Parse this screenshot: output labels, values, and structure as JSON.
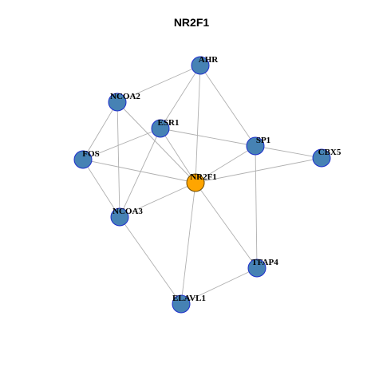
{
  "title": "NR2F1",
  "colors": {
    "node_fill": "#4682B4",
    "node_stroke": "#1E2ECC",
    "center_fill": "#FFA500",
    "center_stroke": "#6B4A00",
    "edge": "#B0B0B0"
  },
  "nodes": [
    {
      "id": "AHR",
      "label": "AHR",
      "center": false
    },
    {
      "id": "NCOA2",
      "label": "NCOA2",
      "center": false
    },
    {
      "id": "ESR1",
      "label": "ESR1",
      "center": false
    },
    {
      "id": "SP1",
      "label": "SP1",
      "center": false
    },
    {
      "id": "CBX5",
      "label": "CBX5",
      "center": false
    },
    {
      "id": "FOS",
      "label": "FOS",
      "center": false
    },
    {
      "id": "NR2F1",
      "label": "NR2F1",
      "center": true
    },
    {
      "id": "NCOA3",
      "label": "NCOA3",
      "center": false
    },
    {
      "id": "TFAP4",
      "label": "TFAP4",
      "center": false
    },
    {
      "id": "ELAVL1",
      "label": "ELAVL1",
      "center": false
    }
  ],
  "edges": [
    [
      "NR2F1",
      "AHR"
    ],
    [
      "NR2F1",
      "NCOA2"
    ],
    [
      "NR2F1",
      "ESR1"
    ],
    [
      "NR2F1",
      "SP1"
    ],
    [
      "NR2F1",
      "CBX5"
    ],
    [
      "NR2F1",
      "FOS"
    ],
    [
      "NR2F1",
      "NCOA3"
    ],
    [
      "NR2F1",
      "TFAP4"
    ],
    [
      "NR2F1",
      "ELAVL1"
    ],
    [
      "AHR",
      "NCOA2"
    ],
    [
      "AHR",
      "ESR1"
    ],
    [
      "AHR",
      "SP1"
    ],
    [
      "NCOA2",
      "FOS"
    ],
    [
      "NCOA2",
      "NCOA3"
    ],
    [
      "ESR1",
      "FOS"
    ],
    [
      "ESR1",
      "NCOA3"
    ],
    [
      "ESR1",
      "SP1"
    ],
    [
      "SP1",
      "CBX5"
    ],
    [
      "SP1",
      "TFAP4"
    ],
    [
      "FOS",
      "NCOA3"
    ],
    [
      "NCOA3",
      "ELAVL1"
    ],
    [
      "TFAP4",
      "ELAVL1"
    ]
  ]
}
